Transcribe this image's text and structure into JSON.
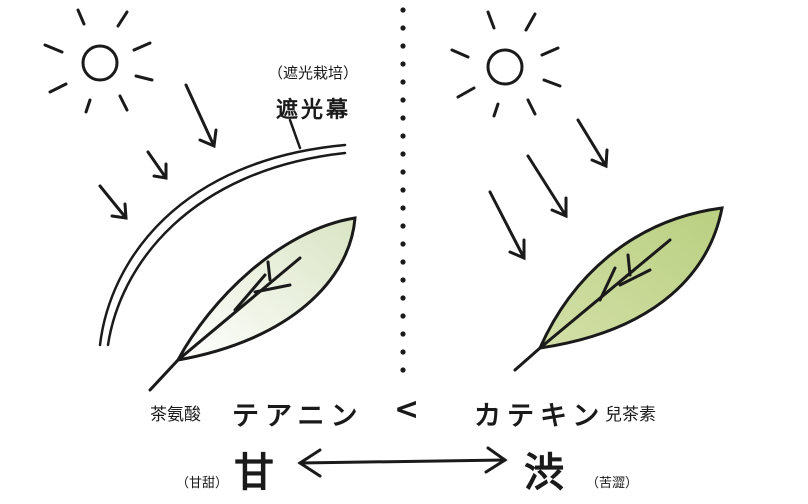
{
  "shade": {
    "note": "（遮光栽培）",
    "label": "遮光幕"
  },
  "left": {
    "chinese": "茶氨酸",
    "katakana": "テアニン",
    "taste": "甘",
    "taste_note": "（甘甜）"
  },
  "compare_symbol": "<",
  "right": {
    "katakana": "カテキン",
    "chinese": "兒茶素",
    "taste": "渋",
    "taste_note": "（苦澀）"
  },
  "colors": {
    "leaf_left": "#e8eedb",
    "leaf_right": "#c3d68f",
    "ink": "#1a1a1a"
  }
}
